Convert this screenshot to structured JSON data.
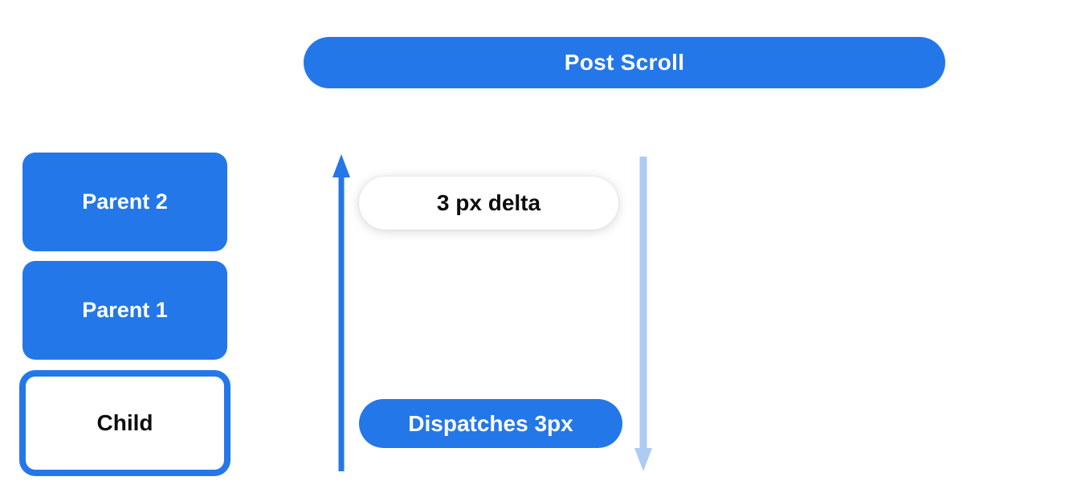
{
  "banner": {
    "label": "Post Scroll"
  },
  "boxes": [
    {
      "id": "parent-2",
      "label": "Parent 2",
      "style": "filled-blue"
    },
    {
      "id": "parent-1",
      "label": "Parent 1",
      "style": "filled-blue"
    },
    {
      "id": "child",
      "label": "Child",
      "style": "white-outlined-blue"
    }
  ],
  "flow": {
    "delta_label": "3 px delta",
    "dispatch_label": "Dispatches 3px",
    "arrows": [
      {
        "id": "up-arrow",
        "direction": "up",
        "color": "#2477e8"
      },
      {
        "id": "down-arrow",
        "direction": "down",
        "color": "#aecbf3"
      }
    ]
  },
  "colors": {
    "primary_blue": "#2477e8",
    "light_blue": "#aecbf3",
    "text_on_blue": "#ffffff",
    "text_dark": "#0d0d0d",
    "background": "#ffffff"
  }
}
